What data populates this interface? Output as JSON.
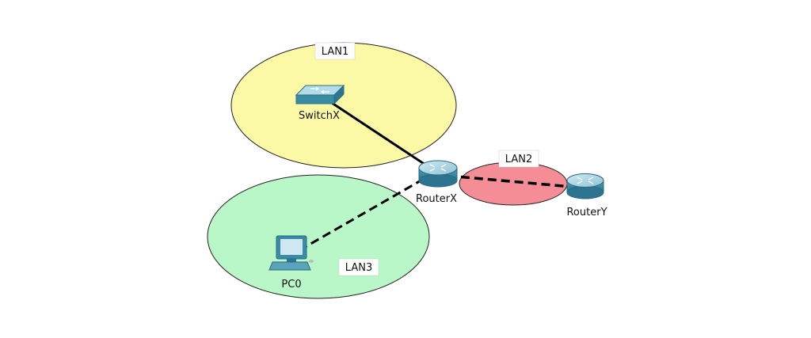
{
  "diagram": {
    "zones": [
      {
        "id": "lan1",
        "label": "LAN1",
        "color": "#fbf8a6"
      },
      {
        "id": "lan2",
        "label": "LAN2",
        "color": "#f58d97"
      },
      {
        "id": "lan3",
        "label": "LAN3",
        "color": "#b9f6c8"
      }
    ],
    "devices": [
      {
        "id": "switchx",
        "label": "SwitchX",
        "icon": "switch-icon"
      },
      {
        "id": "routerx",
        "label": "RouterX",
        "icon": "router-icon"
      },
      {
        "id": "routery",
        "label": "RouterY",
        "icon": "router-icon"
      },
      {
        "id": "pc0",
        "label": "PC0",
        "icon": "pc-icon"
      }
    ],
    "links": [
      {
        "from": "SwitchX",
        "to": "RouterX",
        "style": "solid"
      },
      {
        "from": "RouterX",
        "to": "RouterY",
        "style": "dashed"
      },
      {
        "from": "RouterX",
        "to": "PC0",
        "style": "dashed"
      }
    ],
    "colors": {
      "device_body": "#3d8ea6",
      "device_top": "#a9d2e0",
      "link": "#000000"
    }
  }
}
